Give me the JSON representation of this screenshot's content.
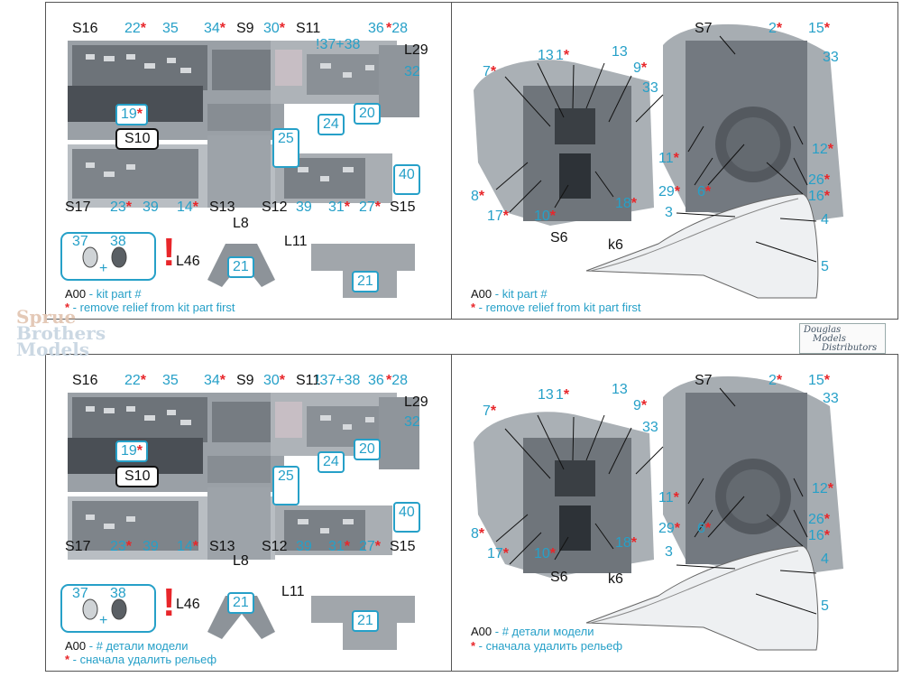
{
  "watermark": {
    "line1": "Sprue",
    "line2": "Brothers",
    "line3": "Models"
  },
  "distributor": {
    "line1": "Douglas",
    "line2": "Models",
    "line3": "Distributors"
  },
  "panels": {
    "tl": {
      "left_labels": [
        "S16",
        "S9",
        "S11",
        "L29",
        "S10",
        "S17",
        "S13",
        "L8",
        "S12",
        "S15",
        "L46",
        "L11"
      ],
      "callouts": [
        "22",
        "35",
        "34",
        "30",
        "!37+38",
        "36",
        "28",
        "32",
        "19",
        "20",
        "24",
        "25",
        "23",
        "39",
        "14",
        "39",
        "31",
        "27",
        "40",
        "21",
        "21"
      ],
      "combo": {
        "a": "37",
        "b": "38",
        "plus": "+"
      },
      "legend_part": {
        "key": "A00",
        "text": " - kit part #"
      },
      "legend_star": {
        "text": " - remove relief from kit part first"
      }
    },
    "tr": {
      "labels": [
        "S7",
        "S6",
        "k6"
      ],
      "callouts": [
        "13",
        "1",
        "13",
        "7",
        "9",
        "33",
        "2",
        "15",
        "33",
        "11",
        "12",
        "29",
        "6",
        "26",
        "16",
        "8",
        "17",
        "10",
        "18",
        "3",
        "4",
        "5"
      ],
      "legend_part": {
        "key": "A00",
        "text": " - kit part #"
      },
      "legend_star": {
        "text": " - remove relief from kit part first"
      }
    },
    "bl": {
      "legend_part": {
        "key": "A00",
        "text": " - # детали модели"
      },
      "legend_star": {
        "text": " - сначала удалить рельеф"
      }
    },
    "br": {
      "legend_part": {
        "key": "A00",
        "text": " - # детали модели"
      },
      "legend_star": {
        "text": " - сначала удалить рельеф"
      }
    }
  },
  "colors": {
    "callout": "#26a0c8",
    "star": "#e8262a",
    "frame": "#555555"
  }
}
